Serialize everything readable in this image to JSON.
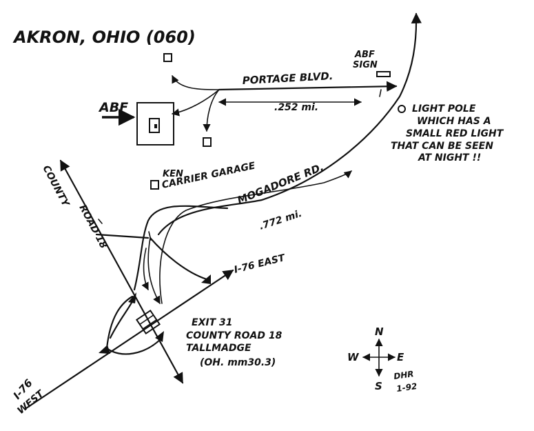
{
  "map": {
    "title": "AKRON, OHIO (060)",
    "labels": {
      "abf_sign_line1": "ABF",
      "abf_sign_line2": "SIGN",
      "portage_blvd": "PORTAGE BLVD.",
      "abf": "ABF",
      "distance_252": ".252 mi.",
      "light_pole_1": "LIGHT POLE",
      "light_pole_2": "WHICH HAS A",
      "light_pole_3": "SMALL RED LIGHT",
      "light_pole_4": "THAT CAN BE SEEN",
      "light_pole_5": "AT NIGHT !!",
      "ken_garage_1": "KEN",
      "ken_garage_2": "CARRIER GARAGE",
      "mogadore_rd": "MOGADORE RD.",
      "county_road_1": "COUNTY",
      "county_road_2": "ROAD 18",
      "distance_772": ".772 mi.",
      "i76_east": "I-76 EAST",
      "exit_1": "EXIT 31",
      "exit_2": "COUNTY ROAD 18",
      "exit_3": "TALLMADGE",
      "exit_4": "(OH. mm30.3)",
      "i76_west_1": "I-76",
      "i76_west_2": "WEST",
      "compass_n": "N",
      "compass_s": "S",
      "compass_e": "E",
      "compass_w": "W",
      "author_1": "DHR",
      "author_2": "1-92"
    },
    "colors": {
      "ink": "#111111",
      "paper": "#ffffff"
    }
  }
}
